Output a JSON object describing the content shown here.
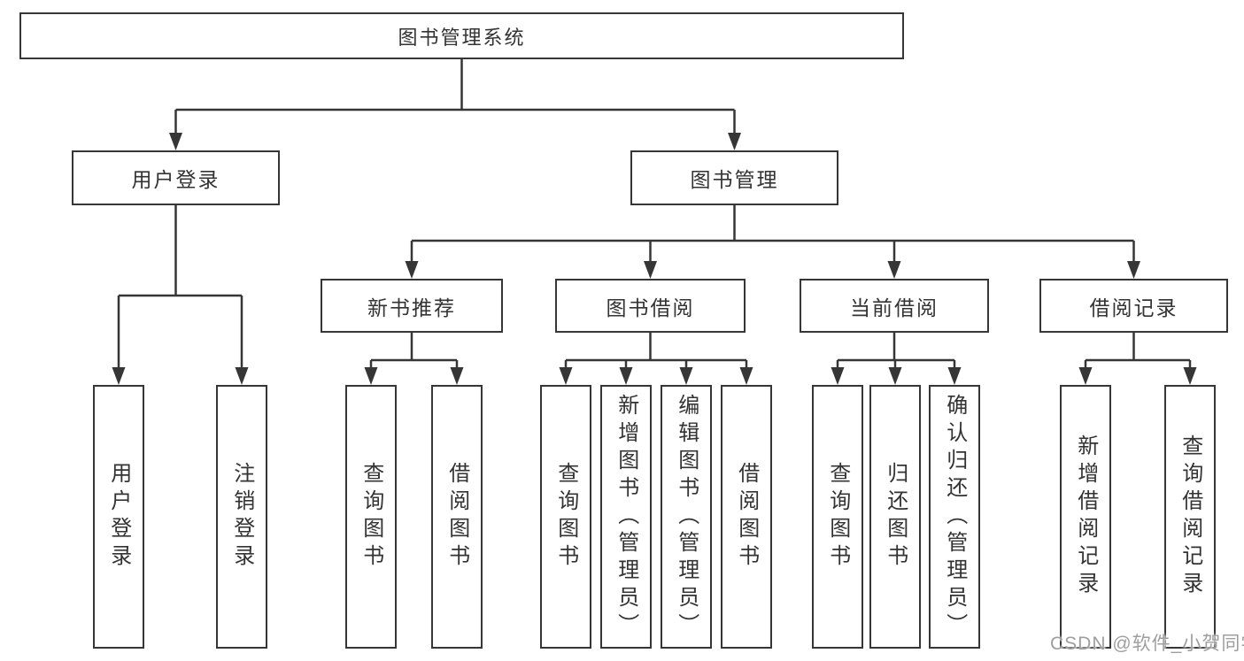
{
  "tree": {
    "root": "图书管理系统",
    "login_branch": {
      "label": "用户登录",
      "leaves": [
        "用户登录",
        "注销登录"
      ]
    },
    "management_branch": {
      "label": "图书管理",
      "groups": [
        {
          "label": "新书推荐",
          "leaves": [
            "查询图书",
            "借阅图书"
          ]
        },
        {
          "label": "图书借阅",
          "leaves": [
            "查询图书",
            "新增图书（管理员）",
            "编辑图书（管理员）",
            "借阅图书"
          ]
        },
        {
          "label": "当前借阅",
          "leaves": [
            "查询图书",
            "归还图书",
            "确认归还（管理员）"
          ]
        },
        {
          "label": "借阅记录",
          "leaves": [
            "新增借阅记录",
            "查询借阅记录"
          ]
        }
      ]
    }
  },
  "watermark": "CSDN @软件_小贺同学",
  "colors": {
    "line": "#363636",
    "box_border": "#363636",
    "text": "#333333",
    "watermark": "#9e9e9e",
    "background": "#ffffff"
  }
}
